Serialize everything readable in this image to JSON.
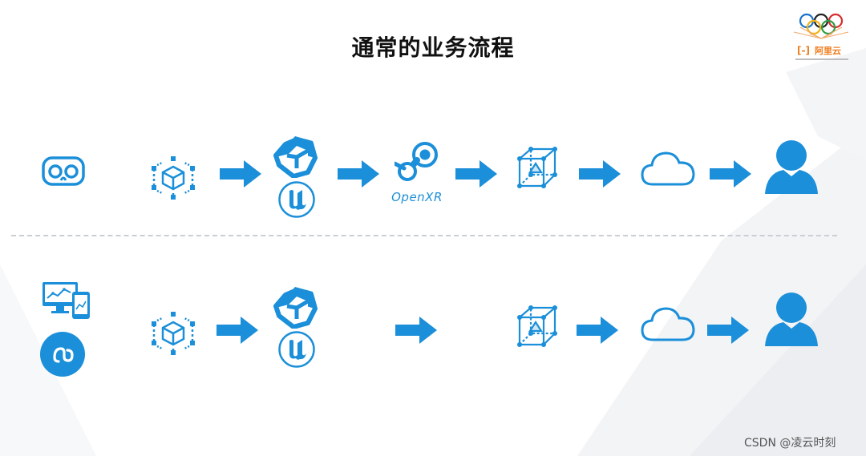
{
  "title": "通常的业务流程",
  "logo": {
    "brand_text": "阿里云"
  },
  "flows": [
    {
      "name": "vr-flow",
      "steps": [
        "vr-headset-icon",
        "3d-asset-cube-icon",
        "unity-icon",
        "unreal-engine-icon",
        "steam-icon",
        "wireframe-cube-icon",
        "cloud-icon",
        "user-icon"
      ],
      "openxr_label": "OpenXR"
    },
    {
      "name": "device-flow",
      "steps": [
        "monitor-phone-icon",
        "mini-program-icon",
        "3d-asset-cube-icon",
        "unity-icon",
        "unreal-engine-icon",
        "wireframe-cube-icon",
        "cloud-icon",
        "user-icon"
      ]
    }
  ],
  "colors": {
    "accent": "#1b8fd9",
    "title": "#111111",
    "divider": "#c9ced4"
  },
  "watermark": "CSDN @凌云时刻"
}
